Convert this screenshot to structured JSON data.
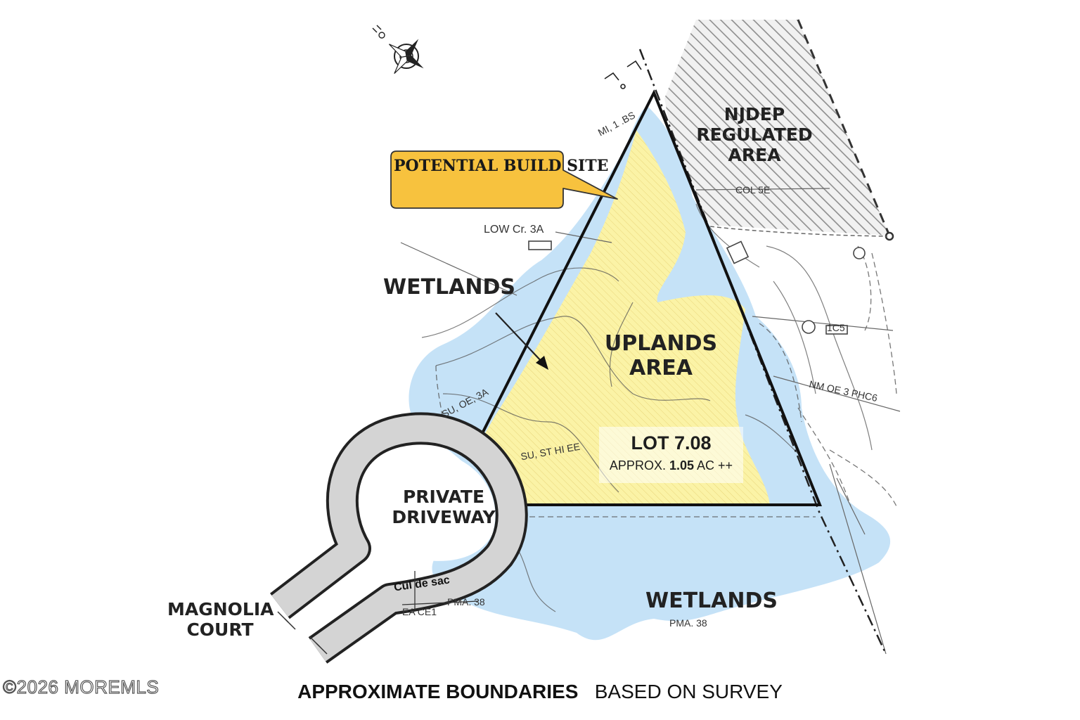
{
  "map": {
    "callout": "POTENTIAL BUILD SITE",
    "njdep_area_label": "NJDEP REGULATED AREA",
    "wetlands_upper_label": "WETLANDS",
    "wetlands_lower_label": "WETLANDS",
    "uplands_label": "UPLANDS AREA",
    "lot": {
      "title": "LOT 7.08",
      "area_prefix": "APPROX.",
      "area_value": "1.05",
      "area_suffix": "AC ++"
    },
    "driveway_label": "PRIVATE DRIVEWAY",
    "road_label": "MAGNOLIA COURT",
    "cul_de_sac_label": "Cul de sac",
    "survey_notes": {
      "low_top": "LOW Cr. 3A",
      "left_edge": "SU, OE, 3A",
      "bottom_inner": "SU, ST HI EE",
      "right_edge": "NM OE 3 PHC6",
      "bottom_left": "PMA. 38",
      "bottom_mid": "PMA. 38",
      "apex": "MI, 1 .BS",
      "enc": "EA CE1",
      "njdep_inner": "COL 5E",
      "ring": "1C5"
    },
    "colors": {
      "wetlands": "#c5e2f7",
      "uplands": "#fbf3a6",
      "callout": "#f7c23e",
      "road": "#d4d4d4",
      "hatch": "#9a9a9a"
    },
    "icons": [
      "compass-rose-icon"
    ]
  },
  "footer": {
    "bold": "APPROXIMATE BOUNDARIES",
    "normal": "BASED ON SURVEY"
  },
  "copyright": "©2026 MOREMLS"
}
